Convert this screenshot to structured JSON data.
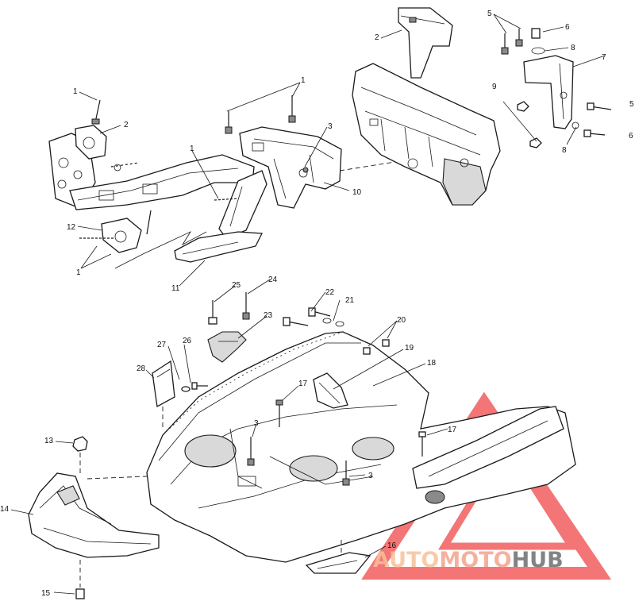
{
  "callouts": [
    {
      "id": "c1a",
      "text": "1"
    },
    {
      "id": "c1b",
      "text": "1"
    },
    {
      "id": "c1c",
      "text": "1"
    },
    {
      "id": "c1d",
      "text": "1"
    },
    {
      "id": "c2a",
      "text": "2"
    },
    {
      "id": "c2b",
      "text": "2"
    },
    {
      "id": "c3a",
      "text": "3"
    },
    {
      "id": "c3b",
      "text": "3"
    },
    {
      "id": "c3c",
      "text": "3"
    },
    {
      "id": "c5a",
      "text": "5"
    },
    {
      "id": "c5b",
      "text": "5"
    },
    {
      "id": "c6a",
      "text": "6"
    },
    {
      "id": "c6b",
      "text": "6"
    },
    {
      "id": "c7",
      "text": "7"
    },
    {
      "id": "c8a",
      "text": "8"
    },
    {
      "id": "c8b",
      "text": "8"
    },
    {
      "id": "c9",
      "text": "9"
    },
    {
      "id": "c10",
      "text": "10"
    },
    {
      "id": "c11",
      "text": "11"
    },
    {
      "id": "c12",
      "text": "12"
    },
    {
      "id": "c13",
      "text": "13"
    },
    {
      "id": "c14",
      "text": "14"
    },
    {
      "id": "c15",
      "text": "15"
    },
    {
      "id": "c16",
      "text": "16"
    },
    {
      "id": "c17a",
      "text": "17"
    },
    {
      "id": "c17b",
      "text": "17"
    },
    {
      "id": "c18",
      "text": "18"
    },
    {
      "id": "c19",
      "text": "19"
    },
    {
      "id": "c20",
      "text": "20"
    },
    {
      "id": "c21",
      "text": "21"
    },
    {
      "id": "c22",
      "text": "22"
    },
    {
      "id": "c23",
      "text": "23"
    },
    {
      "id": "c24",
      "text": "24"
    },
    {
      "id": "c25",
      "text": "25"
    },
    {
      "id": "c26",
      "text": "26"
    },
    {
      "id": "c27",
      "text": "27"
    },
    {
      "id": "c28",
      "text": "28"
    }
  ],
  "watermark": {
    "part1": "AUTO",
    "part2": "MOTO",
    "part3": "HUB",
    "color1": "#f7c19a",
    "color2": "#f4a48c",
    "color3": "#6e6e6e",
    "triangle_color": "#ee3b3b"
  }
}
